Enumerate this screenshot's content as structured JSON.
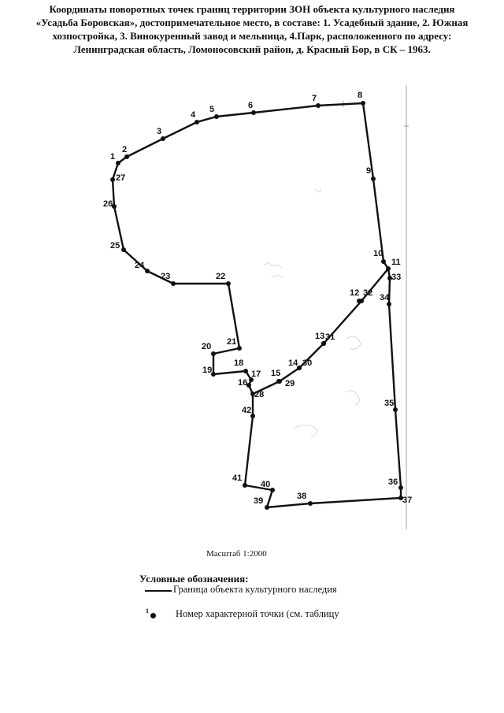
{
  "title": {
    "lines": [
      "Координаты поворотных точек границ территории ЗОН объекта культурного наследия",
      "«Усадьба Боровская», достопримечательное место, в составе: 1. Усадебный здание, 2. Южная",
      "хозпостройка, 3. Винокуренный завод и мельница, 4.Парк, расположенного по адресу:",
      "Ленинградская область, Ломоносовский район, д. Красный Бор, в СК – 1963."
    ]
  },
  "scale": "Масштаб 1:2000",
  "legend": {
    "title": "Условные обозначения:",
    "boundary_label": "Граница объекта культурного наследия",
    "point_sample_number": "1",
    "point_label": "Номер характерной точки (см. таблицу"
  },
  "map": {
    "colors": {
      "line": "#111111",
      "point": "#111111",
      "background": "#ffffff"
    },
    "point_labels": [
      "1",
      "2",
      "3",
      "4",
      "5",
      "6",
      "7",
      "8",
      "9",
      "10",
      "11",
      "12",
      "13",
      "14",
      "15",
      "16",
      "17",
      "18",
      "19",
      "20",
      "21",
      "22",
      "23",
      "24",
      "25",
      "26",
      "27",
      "28",
      "29",
      "30",
      "31",
      "32",
      "33",
      "34",
      "35",
      "36",
      "37",
      "38",
      "39",
      "40",
      "41",
      "42"
    ]
  }
}
